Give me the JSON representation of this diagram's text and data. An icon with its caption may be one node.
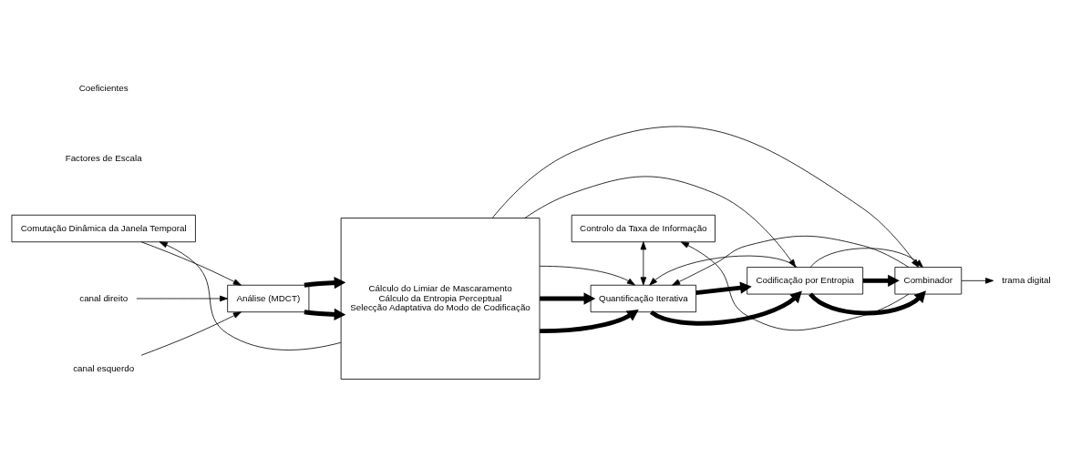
{
  "diagram": {
    "nodes": [
      {
        "text": [
          "Comutação Dinâmica da Janela Temporal"
        ]
      },
      {
        "text": [
          "Controlo da Taxa de Informação"
        ]
      },
      {
        "text": [
          "canal direito"
        ]
      },
      {
        "text": [
          "canal esquerdo"
        ]
      },
      {
        "text": [
          "Análise (MDCT)"
        ]
      },
      {
        "text": [
          "Cálculo do Limiar de Mascaramento",
          "Cálculo da Entropia Perceptual",
          "Selecção Adaptativa do Modo de Codificação"
        ]
      },
      {
        "text": [
          "Quantificação Iterativa"
        ]
      },
      {
        "text": [
          "Codificação por Entropia"
        ]
      },
      {
        "text": [
          "Combinador"
        ]
      },
      {
        "text": [
          "trama digital"
        ]
      }
    ],
    "edges": [
      {
        "from": 5,
        "to": 0,
        "arrow": "to"
      },
      {
        "from": 0,
        "to": 4,
        "arrow": "to"
      },
      {
        "from": 2,
        "to": 4,
        "arrow": "to"
      },
      {
        "from": 3,
        "to": 4,
        "arrow": "to"
      },
      {
        "from": 4,
        "to": 5,
        "arrow": "to",
        "style": "thick"
      },
      {
        "from": 4,
        "to": 5,
        "arrow": "to",
        "style": "thick"
      },
      {
        "from": 5,
        "to": 6,
        "arrow": "to",
        "style": "thick"
      },
      {
        "from": 5,
        "to": 6,
        "arrow": "to",
        "style": "thick"
      },
      {
        "from": 6,
        "to": 7,
        "arrow": "to",
        "style": "thick"
      },
      {
        "from": 6,
        "to": 7,
        "arrow": "to",
        "style": "thick"
      },
      {
        "from": 7,
        "to": 8,
        "arrow": "to",
        "style": "thick"
      },
      {
        "from": 7,
        "to": 8,
        "arrow": "to",
        "style": "thick"
      },
      {
        "from": 1,
        "to": 6,
        "arrow": "both"
      },
      {
        "from": 8,
        "to": 1,
        "arrow": "to"
      },
      {
        "from": 8,
        "to": 6,
        "arrow": "to"
      },
      {
        "from": 7,
        "to": 6,
        "arrow": "to"
      },
      {
        "from": 7,
        "to": 8,
        "arrow": "to"
      },
      {
        "from": 5,
        "to": 6,
        "arrow": "to"
      },
      {
        "from": 5,
        "to": 7,
        "arrow": "to"
      },
      {
        "from": 5,
        "to": 8,
        "arrow": "to"
      },
      {
        "from": 8,
        "to": 9,
        "arrow": "to"
      }
    ],
    "legend": [
      {
        "text": "Coeficientes"
      },
      {
        "text": "Factores de Escala"
      }
    ]
  }
}
